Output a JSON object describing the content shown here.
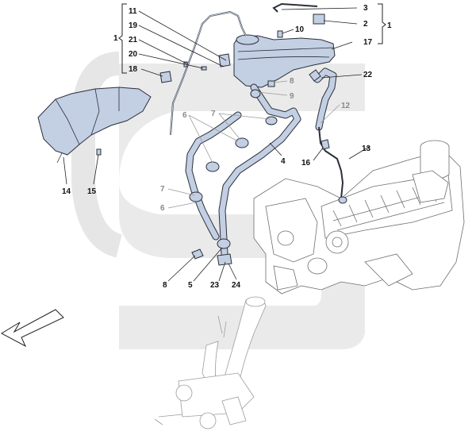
{
  "callouts": {
    "c1_left": "1",
    "c1_right": "1",
    "c2": "2",
    "c3": "3",
    "c4": "4",
    "c5": "5",
    "c6_top": "6",
    "c6_bottom": "6",
    "c7_top": "7",
    "c7_left": "7",
    "c8_top": "8",
    "c8_bottom": "8",
    "c9": "9",
    "c10": "10",
    "c11": "11",
    "c12": "12",
    "c13": "13",
    "c14": "14",
    "c15": "15",
    "c16": "16",
    "c17": "17",
    "c18": "18",
    "c19": "19",
    "c20": "20",
    "c21": "21",
    "c22": "22",
    "c23": "23",
    "c24": "24"
  },
  "colors": {
    "part_fill": "#c3cfe3",
    "part_stroke": "#2b2f3a",
    "watermark": "#e6e6e6",
    "callout_text": "#111111",
    "callout_grey": "#8a8a8a"
  },
  "icons": {
    "direction": "front-direction-arrow-icon",
    "watermark": "brand-watermark-icon"
  }
}
